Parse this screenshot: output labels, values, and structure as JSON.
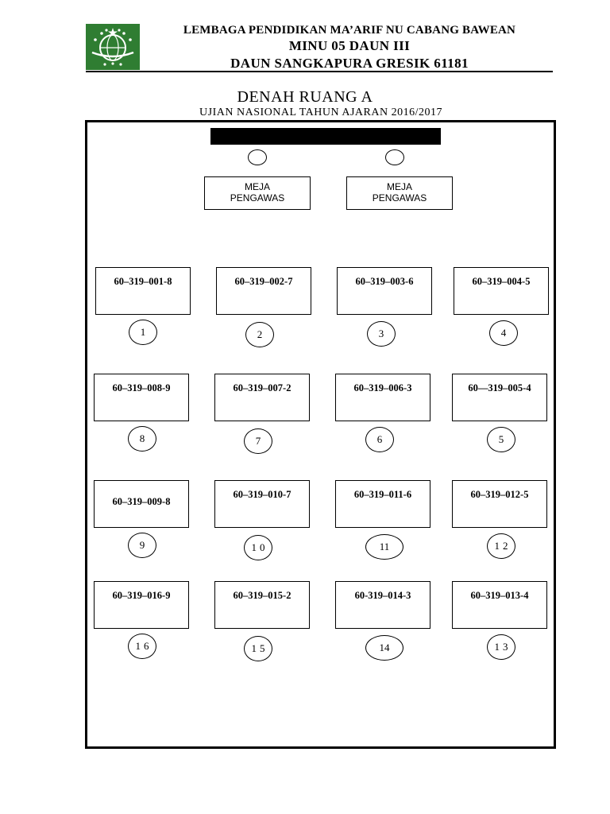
{
  "header": {
    "line1": "LEMBAGA PENDIDIKAN MA’ARIF NU CABANG BAWEAN",
    "line2": "MINU 05 DAUN III",
    "line3": "DAUN SANGKAPURA GRESIK 61181"
  },
  "title": "DENAH RUANG A",
  "subtitle": "UJIAN NASIONAL TAHUN AJARAN 2016/2017",
  "colors": {
    "logo": "#2f7d32"
  },
  "proctor_desks": [
    {
      "line1": "MEJA",
      "line2": "PENGAWAS"
    },
    {
      "line1": "MEJA",
      "line2": "PENGAWAS"
    }
  ],
  "rows": [
    {
      "desks": [
        "60–319–001-8",
        "60–319–002-7",
        "60–319–003-6",
        "60–319–004-5"
      ],
      "seats": [
        "1",
        "2",
        "3",
        "4"
      ]
    },
    {
      "desks": [
        "60–319–008-9",
        "60–319–007-2",
        "60–319–006-3",
        "60—319–005-4"
      ],
      "seats": [
        "8",
        "7",
        "6",
        "5"
      ]
    },
    {
      "desks": [
        "60–319–009-8",
        "60–319–010-7",
        "60–319–011-6",
        "60–319–012-5"
      ],
      "seats": [
        "9",
        "10",
        "11",
        "12"
      ]
    },
    {
      "desks": [
        "60–319–016-9",
        "60–319–015-2",
        "60-319–014-3",
        "60–319–013-4"
      ],
      "seats": [
        "16",
        "15",
        "14",
        "13"
      ]
    }
  ]
}
